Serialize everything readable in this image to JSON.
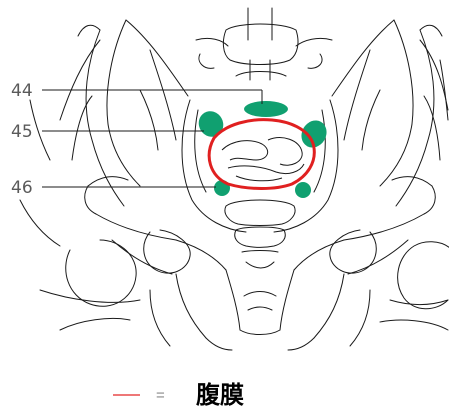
{
  "callouts": [
    {
      "number": "44",
      "target": "upper-green-region"
    },
    {
      "number": "45",
      "target": "left-green-region"
    },
    {
      "number": "46",
      "target": "lower-green-regions"
    }
  ],
  "legend": {
    "symbol": "=",
    "label": "腹膜",
    "line_color": "#e84a4a"
  },
  "colors": {
    "outline": "#1a1a1a",
    "highlight_green": "#10a070",
    "peritoneum_red": "#e02020"
  }
}
